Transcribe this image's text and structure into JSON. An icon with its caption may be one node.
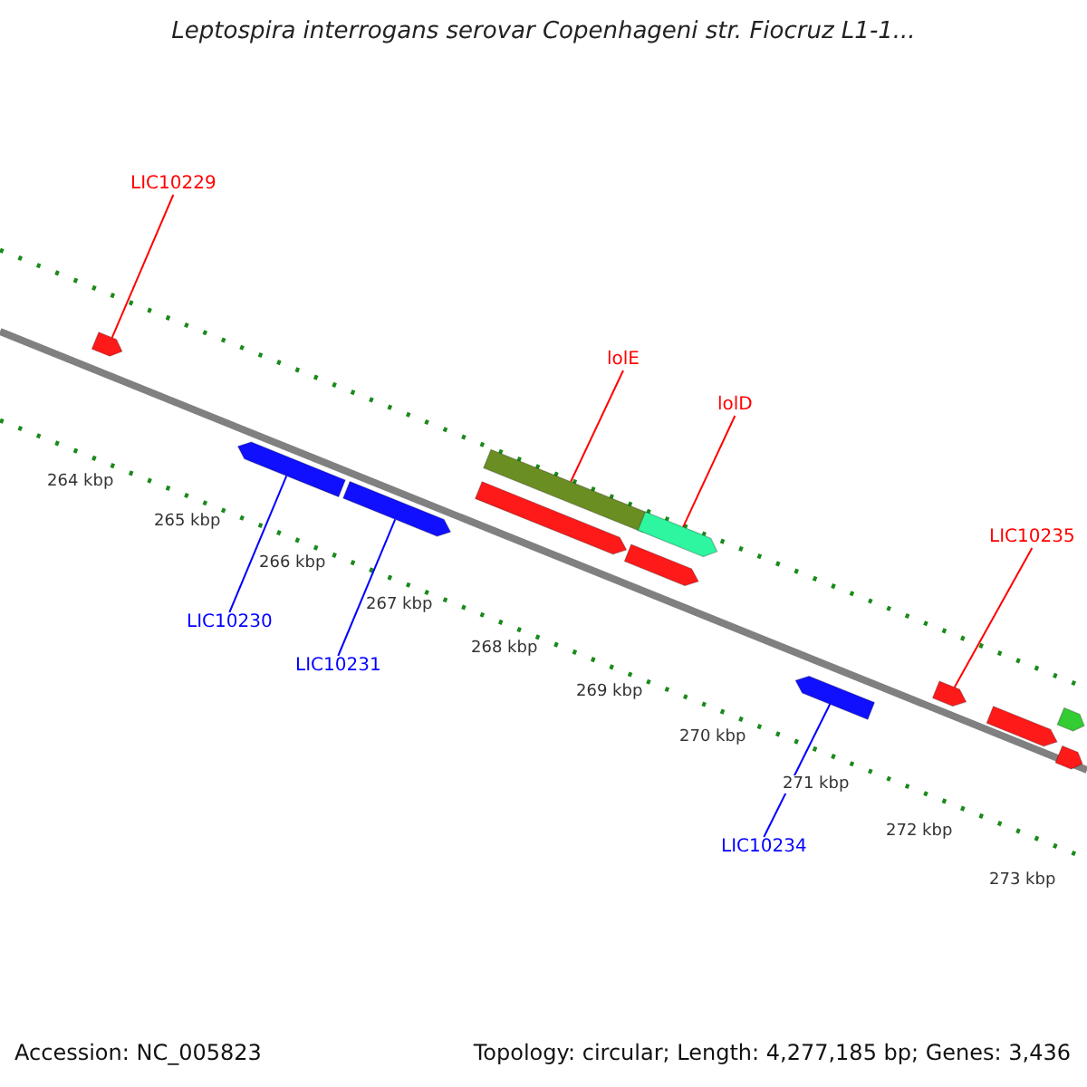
{
  "diagram": {
    "title": "Leptospira interrogans serovar Copenhageni str. Fiocruz L1-1...",
    "nodes": [
      {
        "text": [
          "LIC10229"
        ]
      },
      {
        "text": [
          "lolE"
        ]
      },
      {
        "text": [
          "lolD"
        ]
      },
      {
        "text": [
          "LIC10235"
        ]
      },
      {
        "text": [
          "LIC10230"
        ]
      },
      {
        "text": [
          "LIC10231"
        ]
      },
      {
        "text": [
          "LIC10234"
        ]
      },
      {
        "text": [],
        "shape": "bar"
      },
      {
        "text": [],
        "shape": "bar"
      },
      {
        "text": [],
        "shape": "bar"
      },
      {
        "text": [],
        "shape": "bar"
      },
      {
        "text": [],
        "shape": "bar"
      },
      {
        "text": [],
        "shape": "bar"
      },
      {
        "text": [],
        "shape": "bar"
      },
      {
        "text": [],
        "shape": "bar"
      },
      {
        "text": [],
        "shape": "bar"
      },
      {
        "text": [],
        "shape": "bar"
      },
      {
        "text": [],
        "shape": "bar"
      },
      {
        "text": [],
        "shape": "bar"
      }
    ],
    "edges": [
      {
        "from": 0,
        "to": 7,
        "arrow": "none"
      },
      {
        "from": 1,
        "to": 11,
        "arrow": "none"
      },
      {
        "from": 2,
        "to": 13,
        "arrow": "none"
      },
      {
        "from": 3,
        "to": 15,
        "arrow": "none"
      },
      {
        "from": 4,
        "to": 8,
        "arrow": "none",
        "color": "#0000ff"
      },
      {
        "from": 5,
        "to": 9,
        "arrow": "none",
        "color": "#0000ff"
      },
      {
        "from": 6,
        "to": 14,
        "arrow": "none",
        "color": "#0000ff"
      }
    ],
    "labels": [
      "264 kbp",
      "265 kbp",
      "266 kbp",
      "267 kbp",
      "268 kbp",
      "269 kbp",
      "270 kbp",
      "271 kbp",
      "272 kbp",
      "273 kbp",
      "Accession: NC_005823",
      "Topology: circular; Length: 4,277,185 bp; Genes: 3,436"
    ]
  }
}
